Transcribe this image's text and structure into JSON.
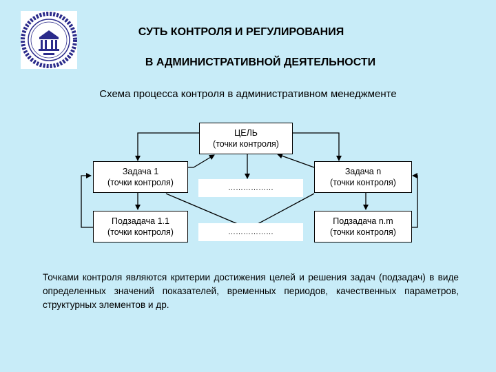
{
  "header": {
    "title_line1": "СУТЬ КОНТРОЛЯ И РЕГУЛИРОВАНИЯ",
    "title_line2": "В АДМИНИСТРАТИВНОЙ ДЕЯТЕЛЬНОСТИ"
  },
  "diagram": {
    "caption": "Схема процесса контроля в административном менеджменте",
    "goal": {
      "line1": "ЦЕЛЬ",
      "line2": "(точки контроля)"
    },
    "task1": {
      "line1": "Задача 1",
      "line2": "(точки контроля)"
    },
    "taskn": {
      "line1": "Задача n",
      "line2": "(точки контроля)"
    },
    "subtask11": {
      "line1": "Подзадача 1.1",
      "line2": "(точки контроля)"
    },
    "subtasknm": {
      "line1": "Подзадача n.m",
      "line2": "(точки контроля)"
    },
    "dots_top": "………………",
    "dots_bottom": "………………"
  },
  "text": {
    "paragraph": "Точками контроля являются критерии достижения целей и решения задач (подзадач) в виде определенных значений показателей, временных периодов, качественных параметров, структурных элементов и др."
  },
  "colors": {
    "background": "#c8ecf8",
    "logo": "#2a2a8a"
  }
}
